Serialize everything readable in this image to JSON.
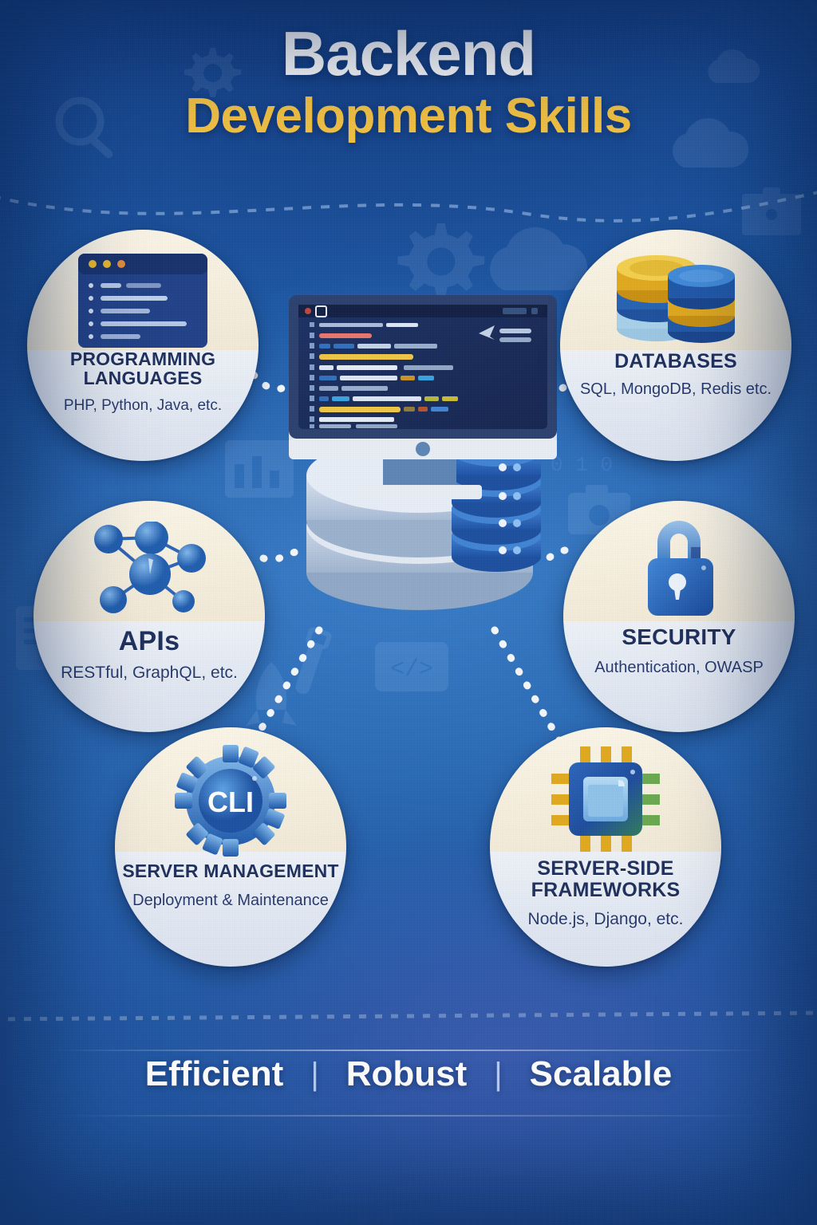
{
  "header": {
    "title_line1": "Backend",
    "title_line2": "Development Skills",
    "title_color": "#ffffff",
    "accent_color": "#f3c141"
  },
  "center": {
    "monitor_icon": "desktop-code-editor-icon",
    "database_stack_icon": "database-stack-icon"
  },
  "nodes": [
    {
      "id": "programming-languages",
      "icon": "code-window-icon",
      "title": "PROGRAMMING LANGUAGES",
      "subtitle": "PHP, Python, Java, etc."
    },
    {
      "id": "databases",
      "icon": "database-cylinders-icon",
      "title": "DATABASES",
      "subtitle": "SQL, MongoDB, Redis etc."
    },
    {
      "id": "apis",
      "icon": "network-nodes-icon",
      "title": "APIs",
      "subtitle": "RESTful, GraphQL, etc."
    },
    {
      "id": "security",
      "icon": "padlock-icon",
      "title": "SECURITY",
      "subtitle": "Authentication, OWASP"
    },
    {
      "id": "server-management",
      "icon": "gear-cli-icon",
      "icon_label": "CLI",
      "title": "SERVER MANAGEMENT",
      "subtitle": "Deployment & Maintenance"
    },
    {
      "id": "server-side-frameworks",
      "icon": "cpu-chip-icon",
      "title": "SERVER-SIDE FRAMEWORKS",
      "subtitle": "Node.js, Django, etc."
    }
  ],
  "footer": {
    "items": [
      "Efficient",
      "Robust",
      "Scalable"
    ],
    "separator": "|"
  },
  "colors": {
    "background_blue": "#1f55a2",
    "circle_top": "#f6efdd",
    "circle_bottom": "#e2e9f3",
    "text_navy": "#1d2d5c",
    "gold": "#f3c141"
  }
}
